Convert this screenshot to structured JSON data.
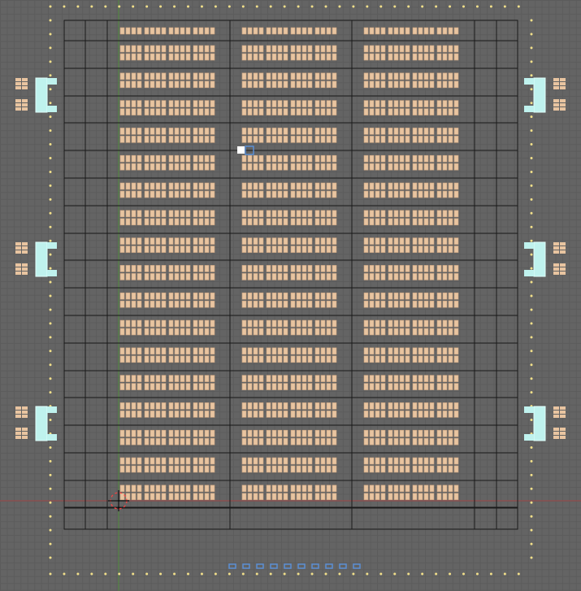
{
  "viewport": {
    "view": "top-orthographic",
    "colors": {
      "background": "#646464",
      "grid_minor": "#5c5c5c",
      "walls": "#1a1a1a",
      "rack": "#e8c4a0",
      "rack_slot": "#c9a27f",
      "lamp": "#f2e08a",
      "dock": "#bff2ee",
      "selected": "#5b8fd4",
      "x_axis": "#a04848",
      "y_axis": "#4f8a3c",
      "cursor": "#ff4040"
    },
    "icons": [
      "3d-cursor-icon",
      "empty-object-icon",
      "light-icon",
      "loading-dock-icon"
    ],
    "scene": {
      "rack_rows": 18,
      "rack_aisles": 3,
      "loading_docks_per_side": 3,
      "selected_markers": 10
    }
  }
}
